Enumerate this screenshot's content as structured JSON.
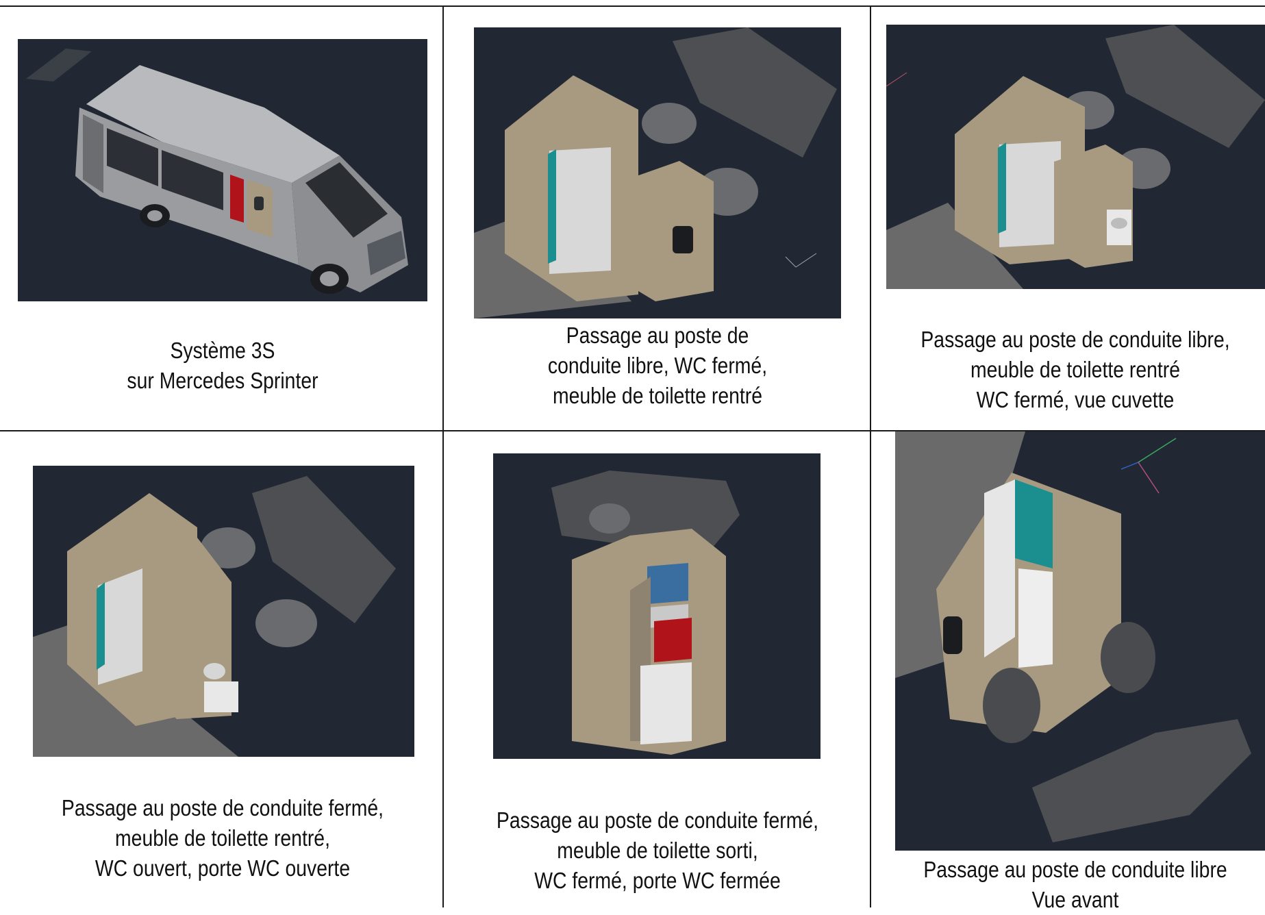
{
  "panels": [
    {
      "id": "sprinter-exterior",
      "image_label": "3D render of Mercedes Sprinter van exterior with 3S system",
      "caption": [
        "Système 3S",
        "sur Mercedes Sprinter"
      ]
    },
    {
      "id": "passage-libre-wc-ferme",
      "image_label": "3D render: driver passage open, WC closed, toilet cabinet retracted",
      "caption": [
        "Passage au poste de",
        "conduite libre, WC fermé,",
        "meuble de toilette rentré"
      ]
    },
    {
      "id": "passage-libre-vue-cuvette",
      "image_label": "3D render: driver passage open, cabinet retracted, WC closed, bowl view",
      "caption": [
        "Passage au poste de conduite libre,",
        "meuble de toilette rentré",
        "WC fermé, vue cuvette"
      ]
    },
    {
      "id": "passage-ferme-wc-ouvert",
      "image_label": "3D render: driver passage closed, WC open, WC door open",
      "caption": [
        "Passage au poste de conduite fermé,",
        "meuble de toilette rentré,",
        "WC ouvert, porte WC ouverte"
      ]
    },
    {
      "id": "passage-ferme-meuble-sorti",
      "image_label": "3D render: driver passage closed, toilet cabinet out, WC door closed",
      "caption": [
        "Passage au poste de conduite fermé,",
        "meuble de toilette sorti,",
        "WC fermé, porte WC fermée"
      ]
    },
    {
      "id": "passage-libre-vue-avant",
      "image_label": "3D render: driver passage open, front view",
      "caption": [
        "Passage au poste de conduite libre",
        "Vue avant"
      ]
    }
  ],
  "colors": {
    "render_background": "#222833",
    "wood": "#a89a80",
    "teal": "#1b8f8f",
    "seat_grey": "#5c5c5e",
    "floor_grey": "#6a6a6a",
    "van_silver": "#a8aaad",
    "accent_red": "#b0141a"
  }
}
